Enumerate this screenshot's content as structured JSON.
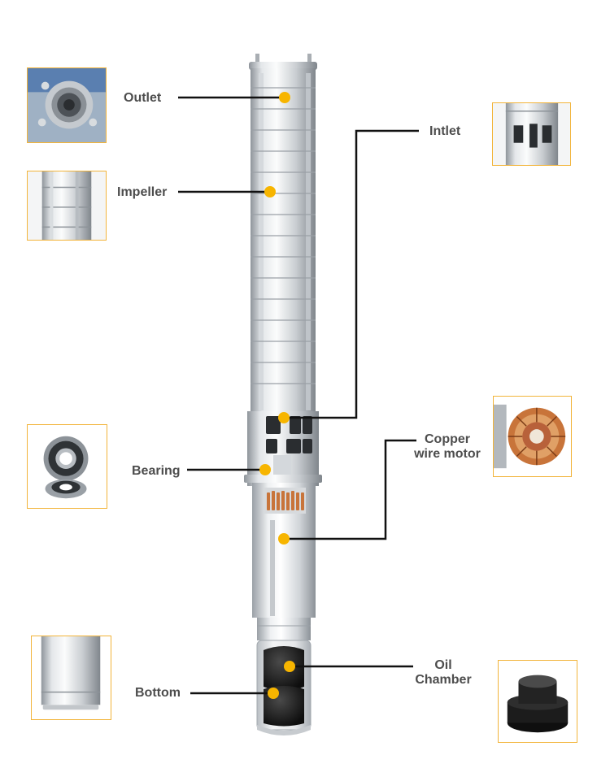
{
  "labels": {
    "outlet": "Outlet",
    "impeller": "Impeller",
    "intlet": "Intlet",
    "bearing": "Bearing",
    "copper_line1": "Copper",
    "copper_line2": "wire motor",
    "oil_line1": "Oil",
    "oil_line2": "Chamber",
    "bottom": "Bottom"
  },
  "colors": {
    "marker": "#f7b500",
    "frame": "#f2b43a",
    "leader": "#111111",
    "label_text": "#4d4d4d",
    "steel_light": "#e9ecef",
    "steel_dark": "#a7adb3",
    "copper": "#c8743a"
  },
  "icons": {
    "outlet": "outlet-flange-photo",
    "impeller": "impeller-stack-photo",
    "intlet": "inlet-screen-photo",
    "bearing": "ball-bearing-photo",
    "copper": "copper-winding-photo",
    "bottom": "bottom-cap-photo",
    "oil": "oil-chamber-cap-photo"
  }
}
